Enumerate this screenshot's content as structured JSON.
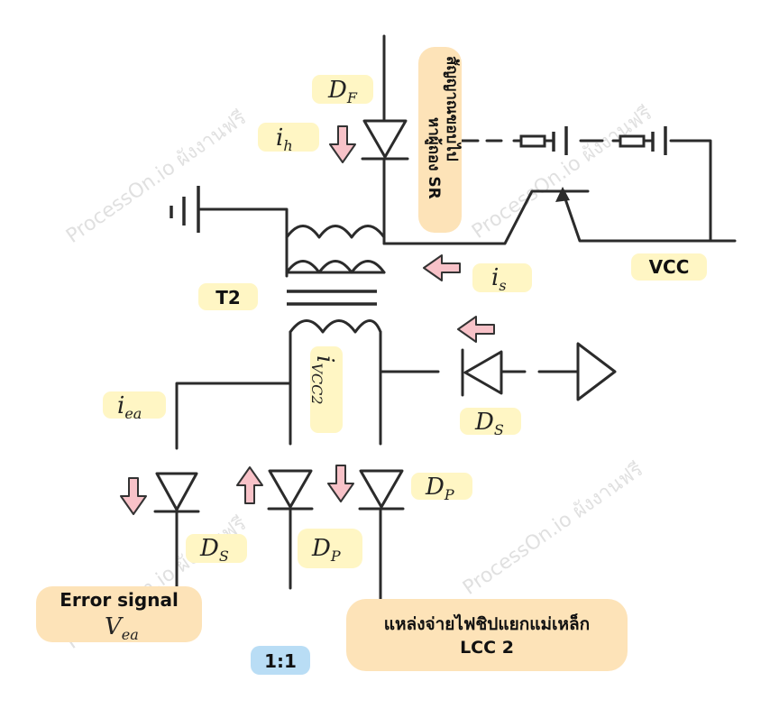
{
  "labels": {
    "df": "D",
    "df_sub": "F",
    "ih": "i",
    "ih_sub": "h",
    "is": "i",
    "is_sub": "s",
    "t2": "T2",
    "vcc": "VCC",
    "ivcc2": "i",
    "ivcc2_sub": "VCC2",
    "ds_right": "D",
    "ds_right_sub": "S",
    "iea": "i",
    "iea_sub": "ea",
    "ds_left": "D",
    "ds_left_sub": "S",
    "dp_mid": "D",
    "dp_mid_sub": "P",
    "dp_right": "D",
    "dp_right_sub": "P",
    "ratio": "1:1"
  },
  "boxes": {
    "signal_line1": "สัญญาณขอบไป",
    "signal_line2": "หาผู้ถอง SR",
    "error_title": "Error signal",
    "error_symbol": "V",
    "error_symbol_sub": "ea",
    "supply_line1": "แหล่งจ่ายไฟชิปแยกแม่เหล็ก",
    "supply_line2": "LCC 2"
  },
  "watermark": "ProcessOn.io ผังงานฟรี",
  "colors": {
    "label_fill": "#fff6c4",
    "box_fill": "#fde3b8",
    "ratio_fill": "#b9ddf5",
    "arrow_fill": "#f8c2c8",
    "wire": "#2b2b2b"
  }
}
